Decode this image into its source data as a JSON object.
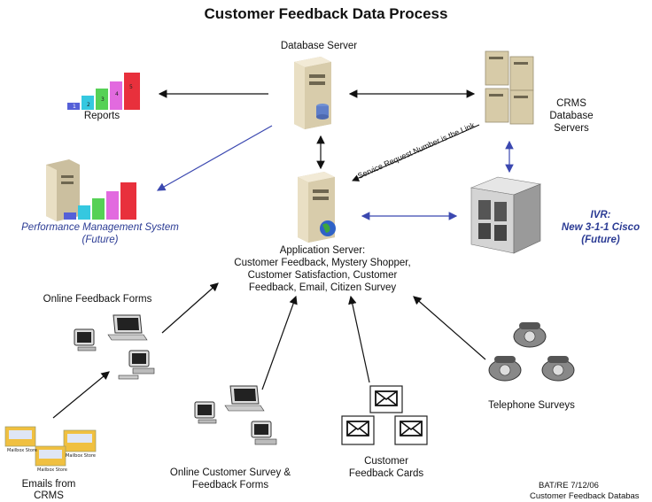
{
  "title": "Customer Feedback Data Process",
  "nodes": {
    "database_server": "Database Server",
    "reports": "Reports",
    "crms_db_line1": "CRMS",
    "crms_db_line2": "Database",
    "crms_db_line3": "Servers",
    "pms_line1": "Performance Management System",
    "pms_line2": "(Future)",
    "app_server_line1": "Application Server:",
    "app_server_line2": "Customer Feedback, Mystery Shopper,",
    "app_server_line3": "Customer Satisfaction, Customer",
    "app_server_line4": "Feedback, Email, Citizen Survey",
    "ivr_line1": "IVR:",
    "ivr_line2": "New 3-1-1 Cisco",
    "ivr_line3": "(Future)",
    "online_forms": "Online Feedback Forms",
    "emails_line1": "Emails from",
    "emails_line2": "CRMS",
    "survey_line1": "Online Customer Survey &",
    "survey_line2": "Feedback Forms",
    "cards_line1": "Customer",
    "cards_line2": "Feedback Cards",
    "telephone": "Telephone Surveys",
    "footer_line1": "BAT/RE 7/12/06",
    "footer_line2": "Customer Feedback Databas"
  },
  "link_label": "Service Request Number is the Link",
  "report_bars": [
    "1",
    "2",
    "3",
    "4",
    "5"
  ],
  "mailbox_label": "Mailbox Store",
  "colors": {
    "blue_text": "#2b3b94",
    "blue_arrow": "#3b48b0",
    "server_beige": "#e8dcc0"
  }
}
